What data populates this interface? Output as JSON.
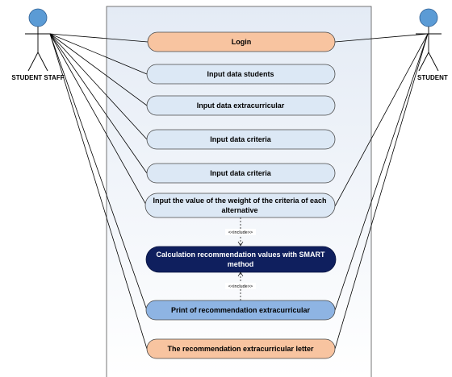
{
  "actors": {
    "left": {
      "label": "STUDENT STAFF"
    },
    "right": {
      "label": "STUDENT"
    }
  },
  "use_cases": {
    "login": "Login",
    "input_students": "Input data students",
    "input_extracurricular": "Input data extracurricular",
    "input_criteria_1": "Input data criteria",
    "input_criteria_2": "Input data criteria",
    "weight_line1": "Input the value of the weight of the criteria of each",
    "weight_line2": "alternative",
    "smart_line1": "Calculation recommendation values with SMART",
    "smart_line2": "method",
    "print": "Print of recommendation extracurricular",
    "letter": "The recommendation extracurricular letter"
  },
  "relations": {
    "include_upper": "<<include>>",
    "include_lower": "<<include>>"
  },
  "colors": {
    "orange_fill": "#f8c4a0",
    "light_blue_fill": "#dce8f5",
    "medium_blue_fill": "#8eb4e3",
    "navy_fill": "#0f1f5e",
    "actor_head": "#5b9bd5",
    "boundary_fill": "#e9eef6"
  }
}
